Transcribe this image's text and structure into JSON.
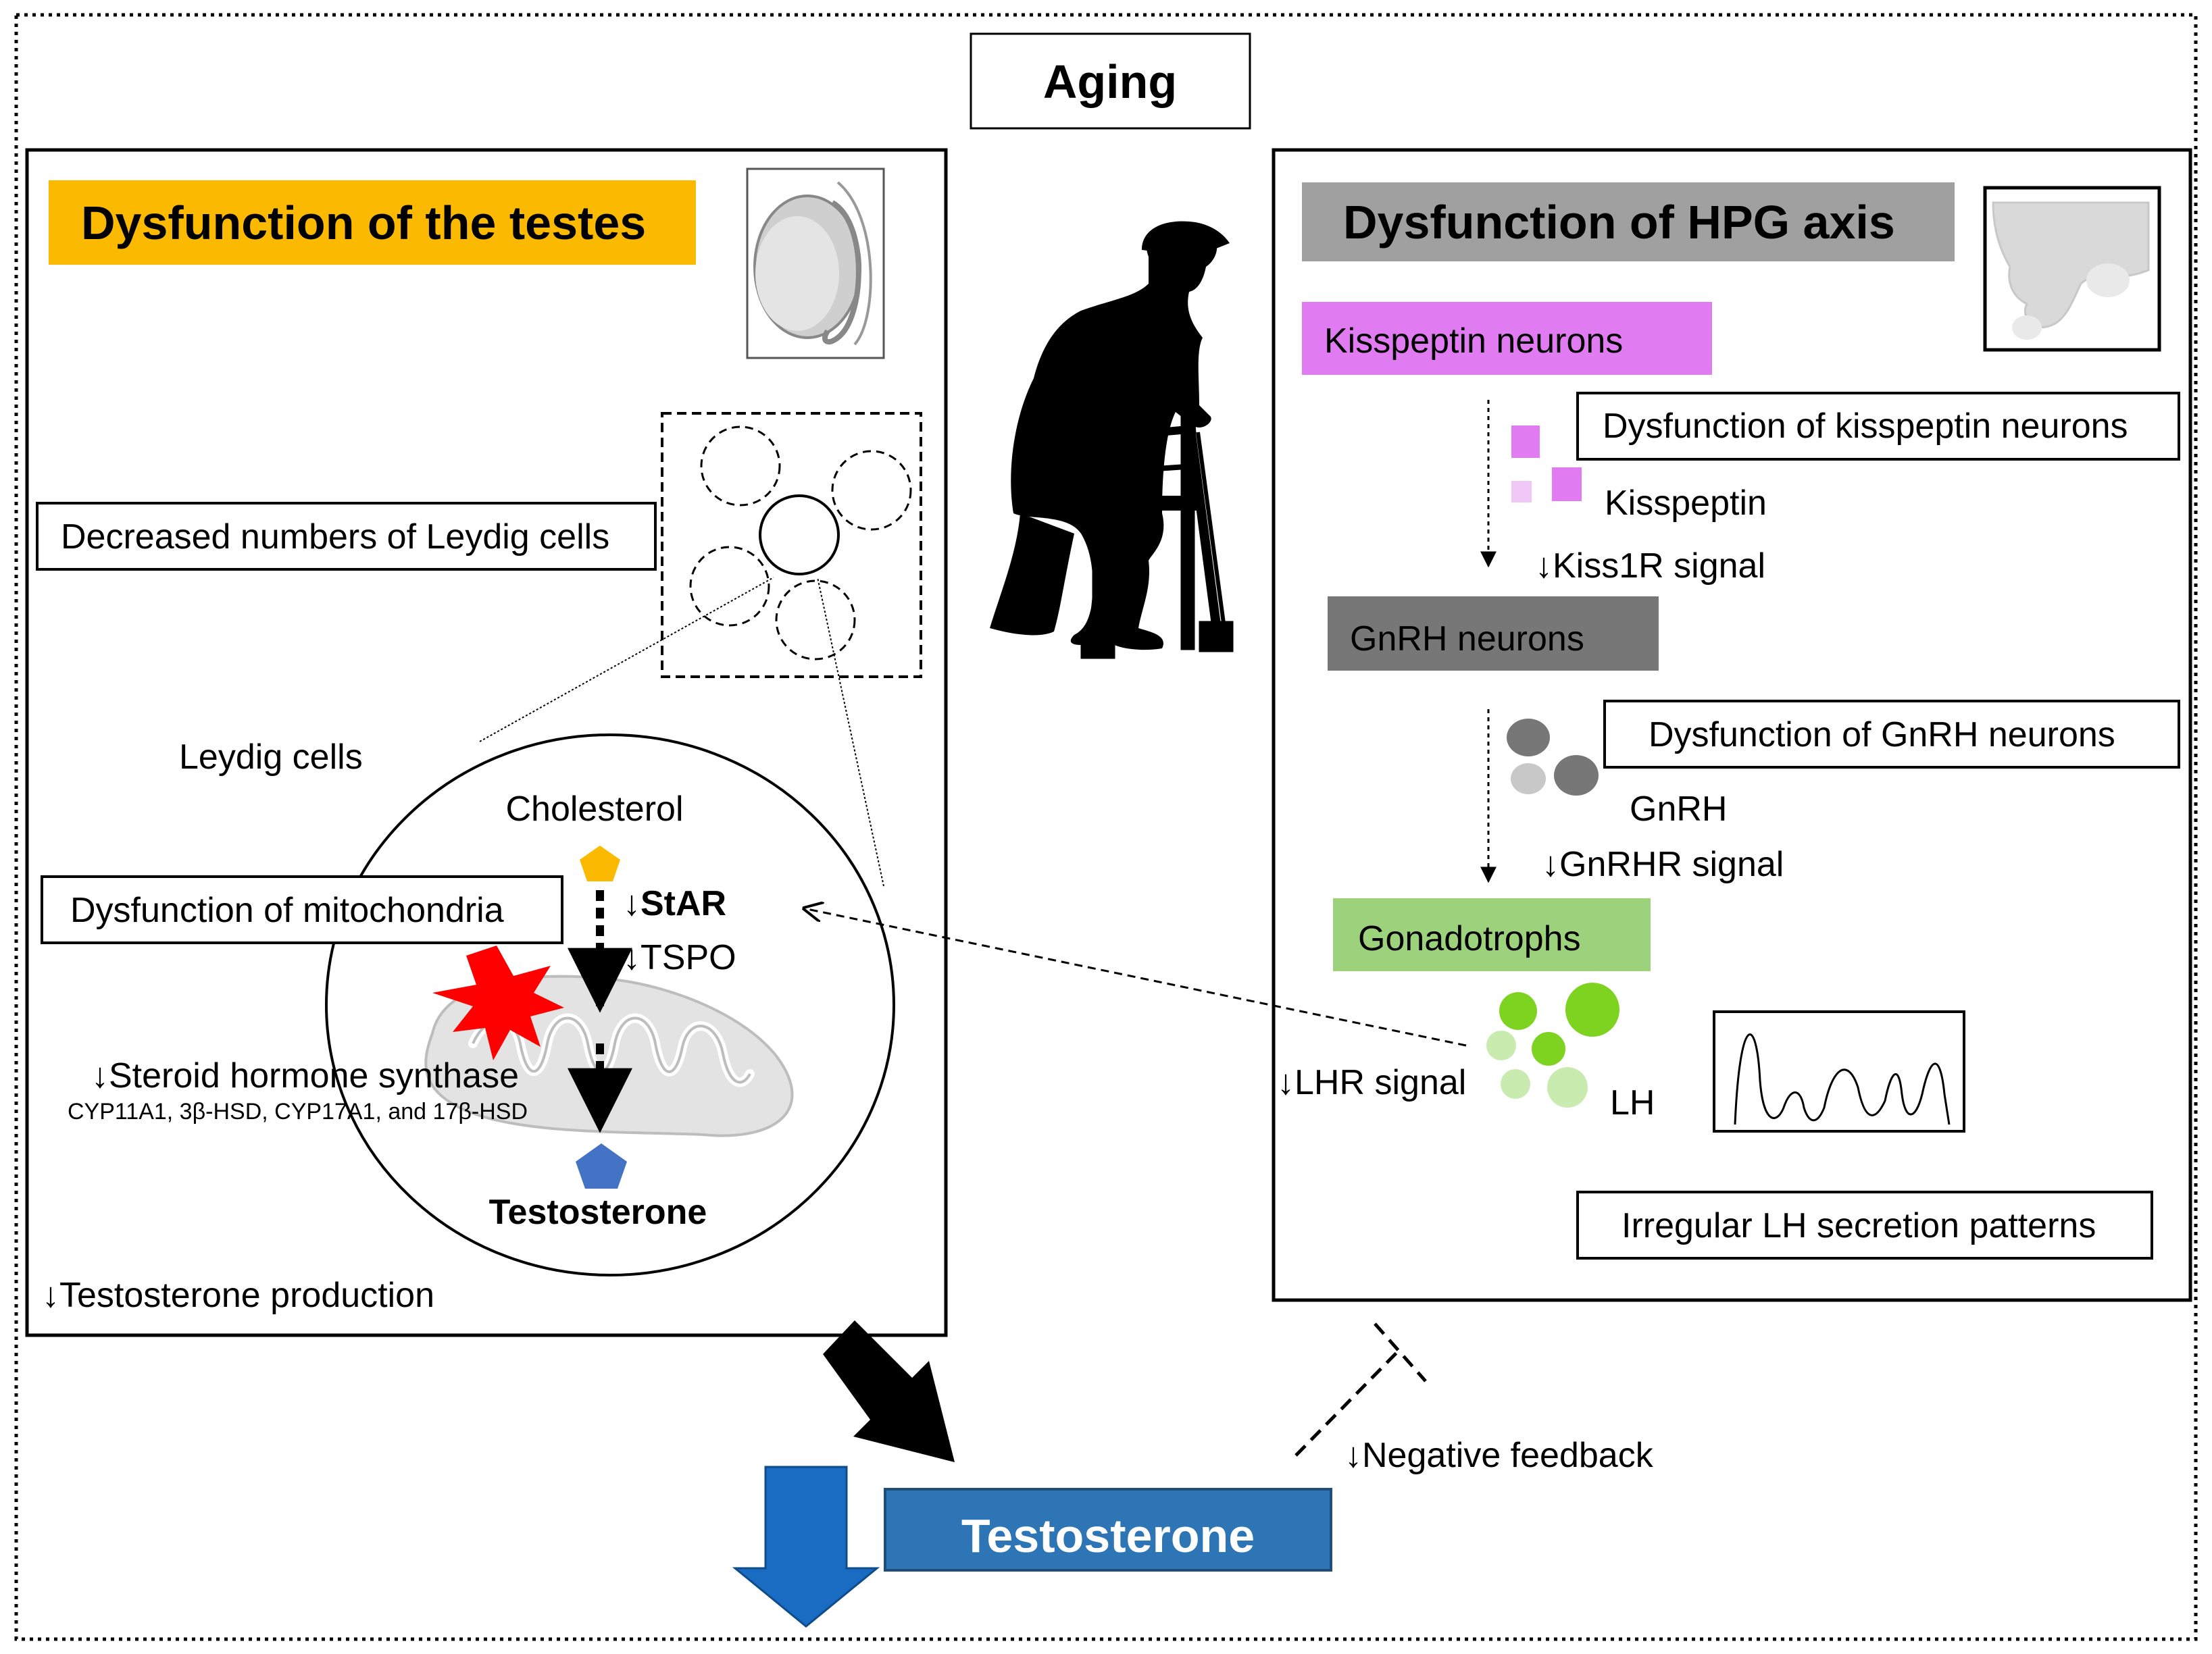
{
  "top": {
    "title": "Aging"
  },
  "left_panel": {
    "header": "Dysfunction of the testes",
    "decreased_leydig": "Decreased numbers of Leydig cells",
    "leydig_cells": "Leydig cells",
    "cholesterol": "Cholesterol",
    "star": "↓StAR",
    "tspo": "↓TSPO",
    "mito_dysfunction": "Dysfunction of  mitochondria",
    "steroid_synthase": "↓Steroid hormone synthase",
    "enzymes": "CYP11A1, 3β-HSD, CYP17A1, and 17β-HSD",
    "testosterone": "Testosterone",
    "production": "↓Testosterone production"
  },
  "right_panel": {
    "header": "Dysfunction of HPG axis",
    "kisspeptin_neurons": "Kisspeptin neurons",
    "kiss_dysfunction": "Dysfunction of kisspeptin neurons",
    "kisspeptin": "Kisspeptin",
    "kiss1r": "↓Kiss1R signal",
    "gnrh_neurons": "GnRH neurons",
    "gnrh_dysfunction": "Dysfunction of GnRH neurons",
    "gnrh": "GnRH",
    "gnrhr": "↓GnRHR signal",
    "gonadotrophs": "Gonadotrophs",
    "lhr": "↓LHR signal",
    "lh": "LH",
    "irregular": "Irregular LH secretion patterns"
  },
  "bottom": {
    "negative_feedback": "↓Negative feedback",
    "testosterone": "Testosterone"
  },
  "colors": {
    "testes_header": "#FBBA00",
    "hpg_header": "#A0A0A0",
    "kisspeptin": "#E07BF2",
    "gnrh_header": "#777777",
    "gonadotrophs": "#9DD27C",
    "testosterone_box": "#2E75B6",
    "cholesterol": "#FBBA00",
    "testosterone_pentagon": "#4472C4",
    "burst": "#FF0000"
  }
}
